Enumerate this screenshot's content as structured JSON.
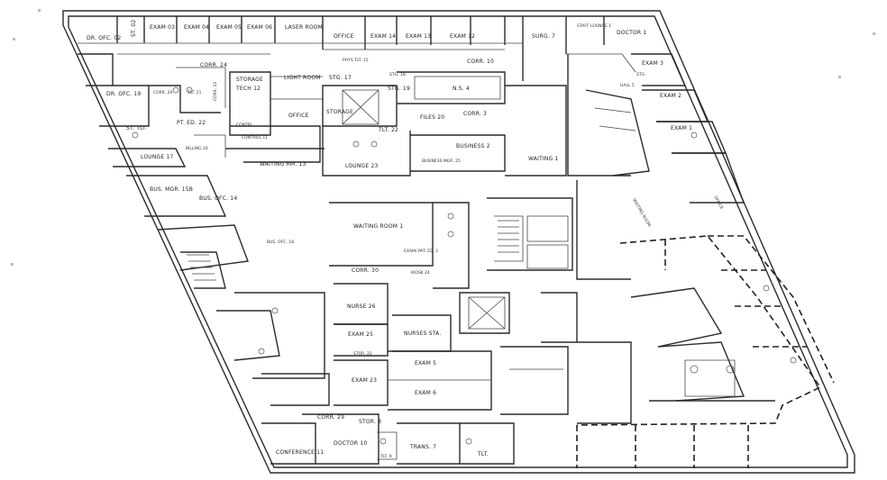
{
  "plan": {
    "rooms": [
      {
        "id": "dr-ofc-02",
        "label": "DR. OFC. 02"
      },
      {
        "id": "st-02",
        "label": "ST. 02"
      },
      {
        "id": "exam-03",
        "label": "EXAM 03"
      },
      {
        "id": "exam-04",
        "label": "EXAM 04"
      },
      {
        "id": "exam-05",
        "label": "EXAM 05"
      },
      {
        "id": "exam-06",
        "label": "EXAM 06"
      },
      {
        "id": "laser-room",
        "label": "LASER ROOM"
      },
      {
        "id": "office-top",
        "label": "OFFICE"
      },
      {
        "id": "exam-14",
        "label": "EXAM 14"
      },
      {
        "id": "exam-13",
        "label": "EXAM 13"
      },
      {
        "id": "exam-12",
        "label": "EXAM 12"
      },
      {
        "id": "surg-7",
        "label": "SURG. 7"
      },
      {
        "id": "staff-lounge-1",
        "label": "STAFF LOUNGE 1"
      },
      {
        "id": "doctor-1",
        "label": "DOCTOR 1"
      },
      {
        "id": "corr-24",
        "label": "CORR. 24"
      },
      {
        "id": "phys-tlt-15",
        "label": "PHYS TLT. 15"
      },
      {
        "id": "corr-10",
        "label": "CORR. 10"
      },
      {
        "id": "storage-left",
        "label": "STORAGE"
      },
      {
        "id": "tech-12",
        "label": "TECH 12"
      },
      {
        "id": "light-room",
        "label": "LIGHT ROOM"
      },
      {
        "id": "stg-17",
        "label": "STG. 17"
      },
      {
        "id": "stg-18",
        "label": "STG. 18"
      },
      {
        "id": "ns-4",
        "label": "N.S. 4"
      },
      {
        "id": "stg-19",
        "label": "STG. 19"
      },
      {
        "id": "exam-3",
        "label": "EXAM 3"
      },
      {
        "id": "stg",
        "label": "STG."
      },
      {
        "id": "hall-5",
        "label": "HALL 5"
      },
      {
        "id": "dr-ofc-19",
        "label": "DR. OFC. 19"
      },
      {
        "id": "corr-20",
        "label": "CORR. 20"
      },
      {
        "id": "tlt-21",
        "label": "TLT. 21"
      },
      {
        "id": "corr-22",
        "label": "CORR. 22"
      },
      {
        "id": "pt-ed-22",
        "label": "PT. ED. 22"
      },
      {
        "id": "office-mid",
        "label": "OFFICE"
      },
      {
        "id": "storage-mid",
        "label": "STORAGE"
      },
      {
        "id": "files-20",
        "label": "FILES 20"
      },
      {
        "id": "corr-3",
        "label": "CORR. 3"
      },
      {
        "id": "exam-2",
        "label": "EXAM 2"
      },
      {
        "id": "st-tlt",
        "label": "ST. TLT."
      },
      {
        "id": "contrl",
        "label": "CONTRL"
      },
      {
        "id": "control-11",
        "label": "CONTROL 11"
      },
      {
        "id": "tlt-22",
        "label": "TLT. 22"
      },
      {
        "id": "business-2",
        "label": "BUSINESS 2"
      },
      {
        "id": "exam-1",
        "label": "EXAM 1"
      },
      {
        "id": "billing-16",
        "label": "BILLING 16"
      },
      {
        "id": "lounge-17",
        "label": "LOUNGE 17"
      },
      {
        "id": "waiting-rm-13",
        "label": "WAITING RM. 13"
      },
      {
        "id": "lounge-23",
        "label": "LOUNGE 23"
      },
      {
        "id": "business-mgr-25",
        "label": "BUSINESS MGR. 25"
      },
      {
        "id": "waiting-1",
        "label": "WAITING 1"
      },
      {
        "id": "bus-mgr-15b",
        "label": "BUS. MGR. 15B"
      },
      {
        "id": "bus-ofc-14",
        "label": "BUS. OFC. 14"
      },
      {
        "id": "office-right",
        "label": "OFFICE"
      },
      {
        "id": "waiting-room-rot",
        "label": "WAITING ROOM"
      },
      {
        "id": "waiting-room-1",
        "label": "WAITING ROOM 1"
      },
      {
        "id": "bus-ofc-18",
        "label": "BUS. OFC. 18"
      },
      {
        "id": "exam-pat-ed-2",
        "label": "EXAM/ PAT. ED. 2"
      },
      {
        "id": "corr-30",
        "label": "CORR. 30"
      },
      {
        "id": "kiosk-24",
        "label": "KIOSK 24"
      },
      {
        "id": "nurse-26",
        "label": "NURSE 26"
      },
      {
        "id": "exam-25",
        "label": "EXAM 25"
      },
      {
        "id": "nurses-sta",
        "label": "NURSES STA."
      },
      {
        "id": "stor-22",
        "label": "STOR. 22"
      },
      {
        "id": "exam-5",
        "label": "EXAM 5"
      },
      {
        "id": "exam-23",
        "label": "EXAM 23"
      },
      {
        "id": "exam-6",
        "label": "EXAM 6"
      },
      {
        "id": "corr-29",
        "label": "CORR. 29"
      },
      {
        "id": "stor-8",
        "label": "STOR. 8"
      },
      {
        "id": "conference-11",
        "label": "CONFERENCE 11"
      },
      {
        "id": "doctor-10",
        "label": "DOCTOR 10"
      },
      {
        "id": "tlt-9",
        "label": "TLT. 9"
      },
      {
        "id": "trans-7",
        "label": "TRANS. 7"
      },
      {
        "id": "tlt",
        "label": "TLT."
      }
    ]
  }
}
